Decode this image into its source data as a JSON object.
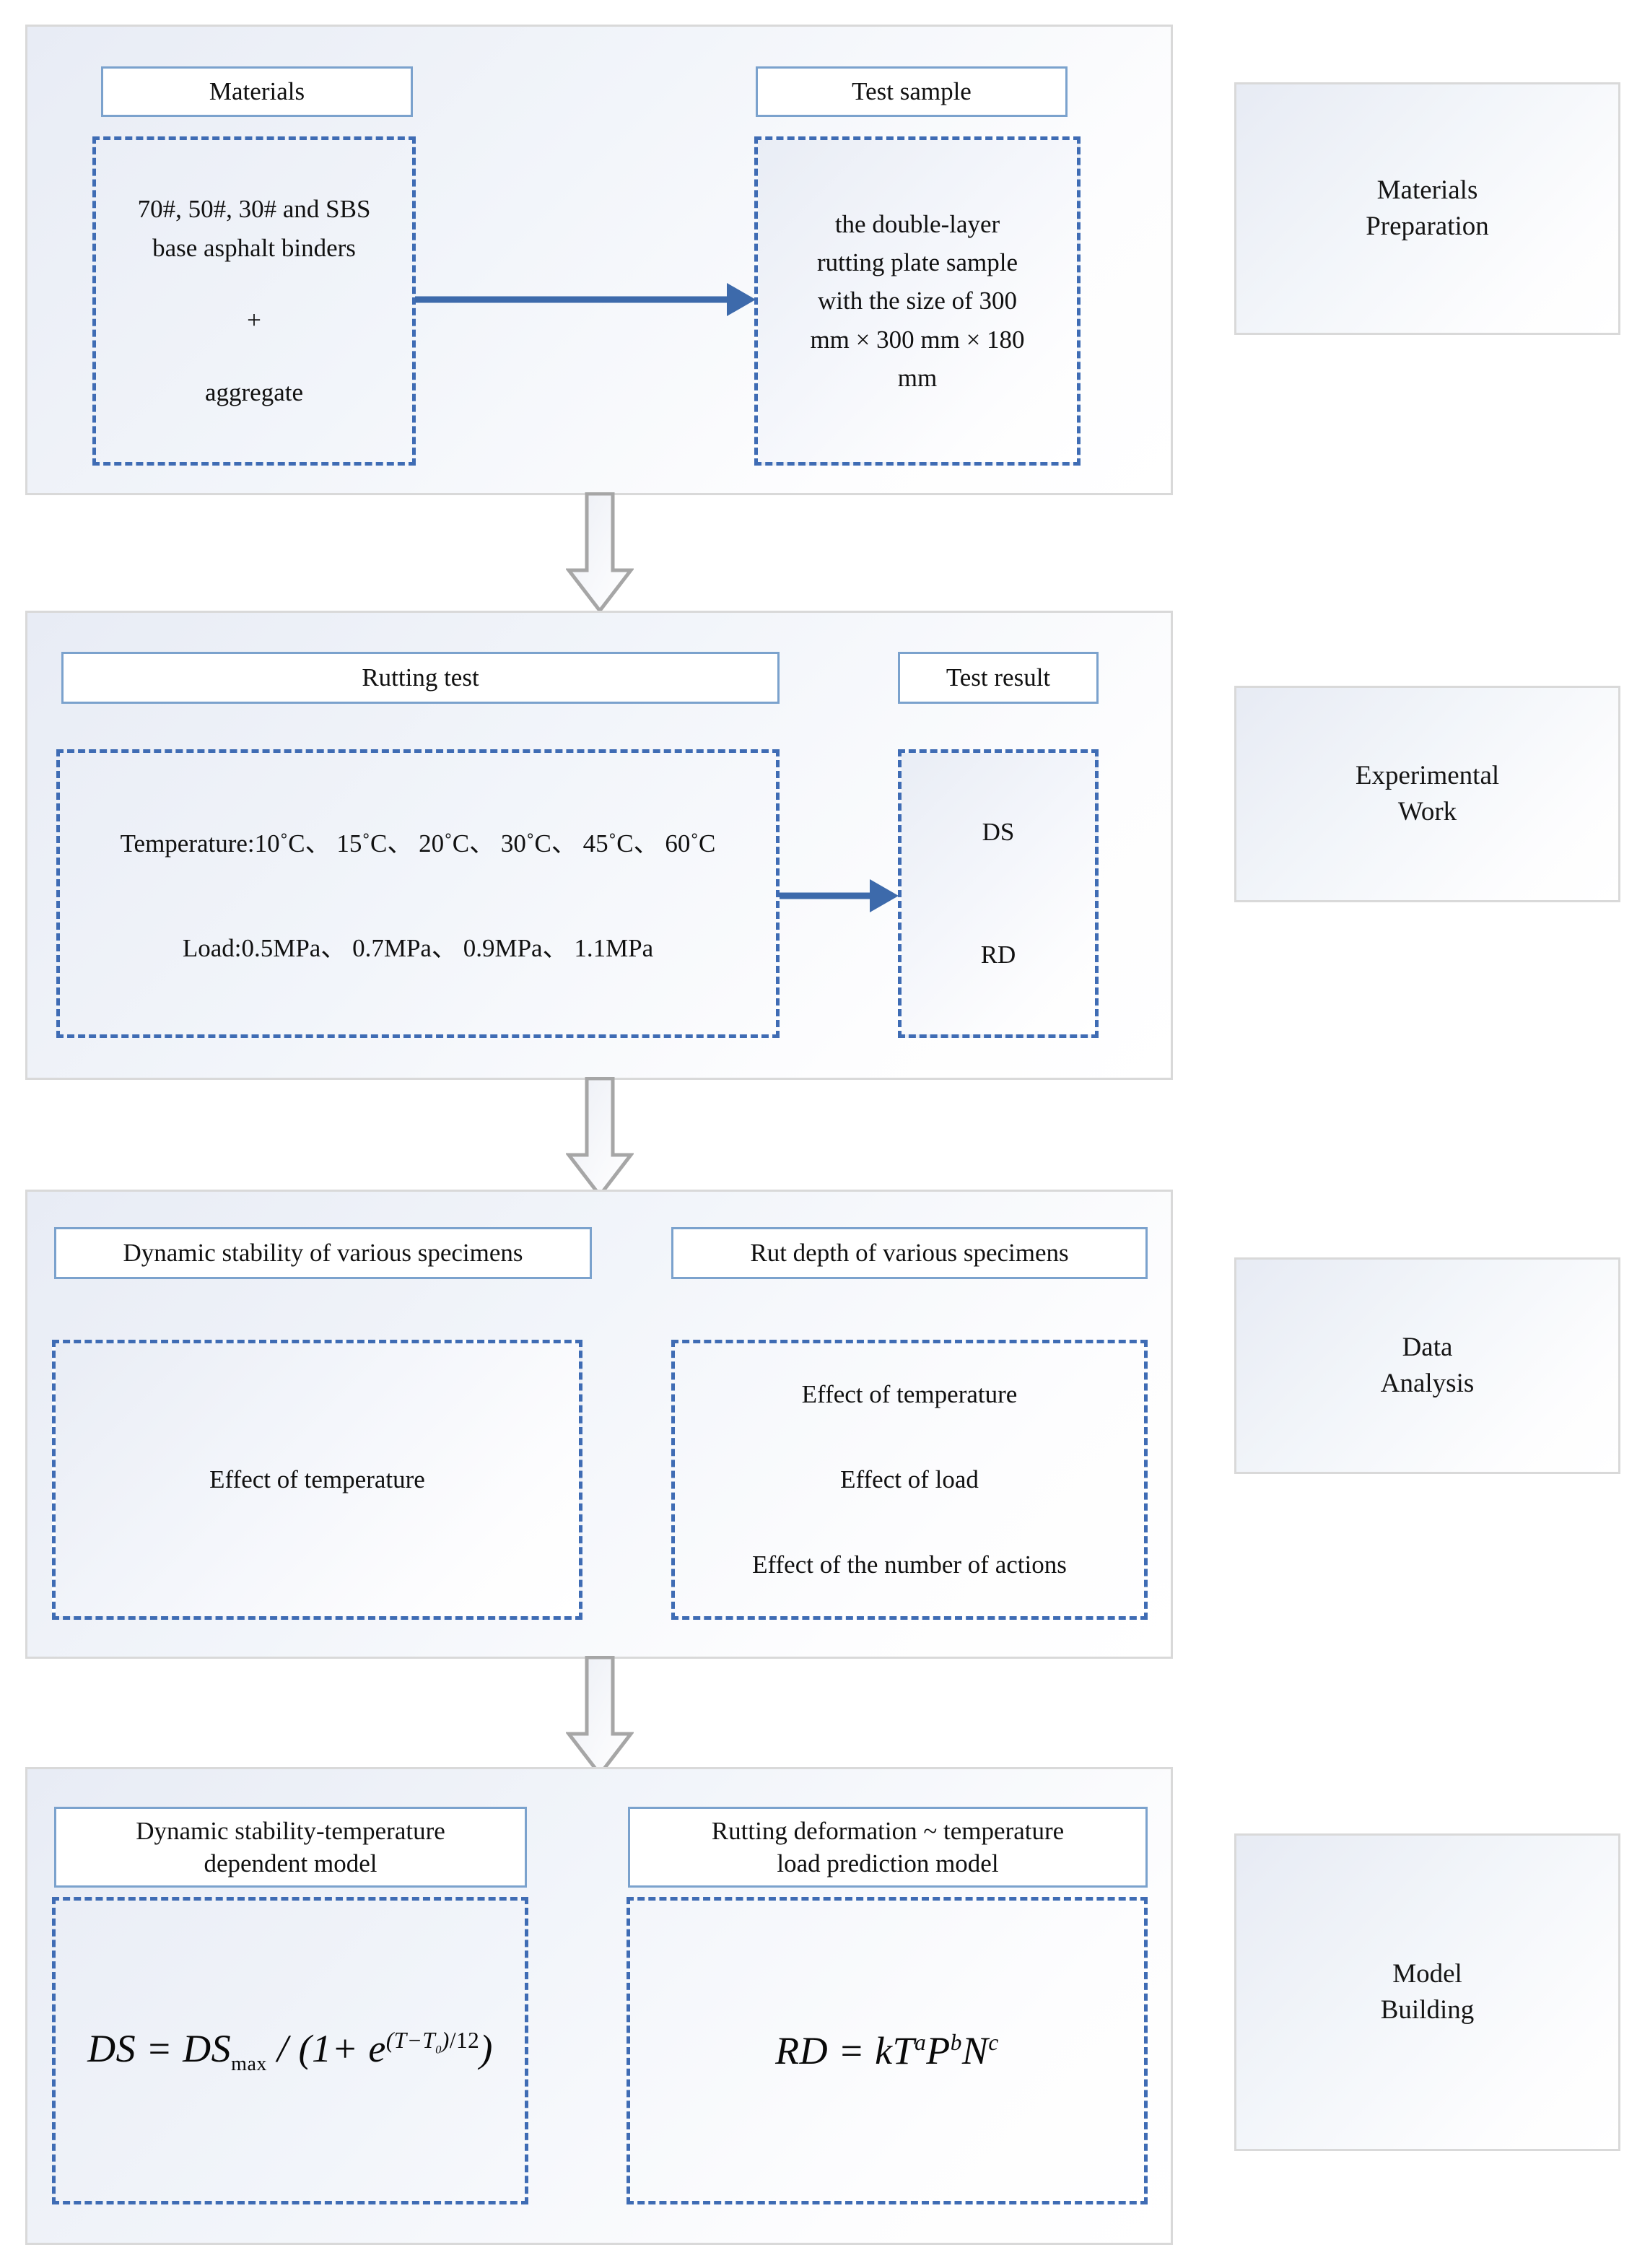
{
  "figure": {
    "title": "Research methodology flowchart for asphalt rutting study"
  },
  "stages": [
    {
      "id": "materials-preparation",
      "label": "Materials\nPreparation",
      "headers": [
        {
          "id": "materials",
          "label": "Materials"
        },
        {
          "id": "test-sample",
          "label": "Test sample"
        }
      ],
      "boxes": [
        {
          "id": "materials-content",
          "lines": [
            "70#, 50#, 30# and SBS",
            "base asphalt binders",
            "+",
            "aggregate"
          ]
        },
        {
          "id": "test-sample-content",
          "lines": [
            "the double-layer",
            "rutting plate sample",
            "with the size of 300",
            "mm × 300 mm × 180",
            "mm"
          ]
        }
      ]
    },
    {
      "id": "experimental-work",
      "label": "Experimental\nWork",
      "headers": [
        {
          "id": "rutting-test",
          "label": "Rutting test"
        },
        {
          "id": "test-result",
          "label": "Test  result"
        }
      ],
      "boxes": [
        {
          "id": "rutting-test-content",
          "lines": [
            "Temperature:10˚C、 15˚C、 20˚C、 30˚C、 45˚C、 60˚C",
            "Load:0.5MPa、 0.7MPa、 0.9MPa、 1.1MPa"
          ]
        },
        {
          "id": "test-result-content",
          "lines": [
            "DS",
            "RD"
          ]
        }
      ]
    },
    {
      "id": "data-analysis",
      "label": "Data\nAnalysis",
      "headers": [
        {
          "id": "dynamic-stability",
          "label": "Dynamic stability of various specimens"
        },
        {
          "id": "rut-depth",
          "label": "Rut depth of various specimens"
        }
      ],
      "boxes": [
        {
          "id": "dynamic-stability-content",
          "lines": [
            "Effect of temperature"
          ]
        },
        {
          "id": "rut-depth-content",
          "lines": [
            "Effect of temperature",
            "Effect of load",
            "Effect of the number of actions"
          ]
        }
      ]
    },
    {
      "id": "model-building",
      "label": "Model\nBuilding",
      "headers": [
        {
          "id": "ds-temp-model",
          "label": "Dynamic stability-temperature\ndependent model"
        },
        {
          "id": "rd-temp-load-model",
          "label": "Rutting deformation ~ temperature\nload prediction model"
        }
      ],
      "formulas": [
        {
          "id": "ds-formula",
          "plain": "DS = DSmax / (1 + e^((T - T0)/12))"
        },
        {
          "id": "rd-formula",
          "plain": "RD = k T^a P^b N^c"
        }
      ]
    }
  ],
  "connectors": {
    "materials_to_sample": "arrow-right",
    "rutting_to_result": "arrow-right",
    "stage1_to_stage2": "arrow-down",
    "stage2_to_stage3": "arrow-down",
    "stage3_to_stage4": "arrow-down"
  },
  "colors": {
    "panel_border": "#d9d9d9",
    "header_border": "#7ba2cd",
    "dashed_border": "#3f6cb4",
    "arrow_blue": "#3d6aab",
    "arrow_gray": "#a6a6a6",
    "text": "#111111"
  }
}
